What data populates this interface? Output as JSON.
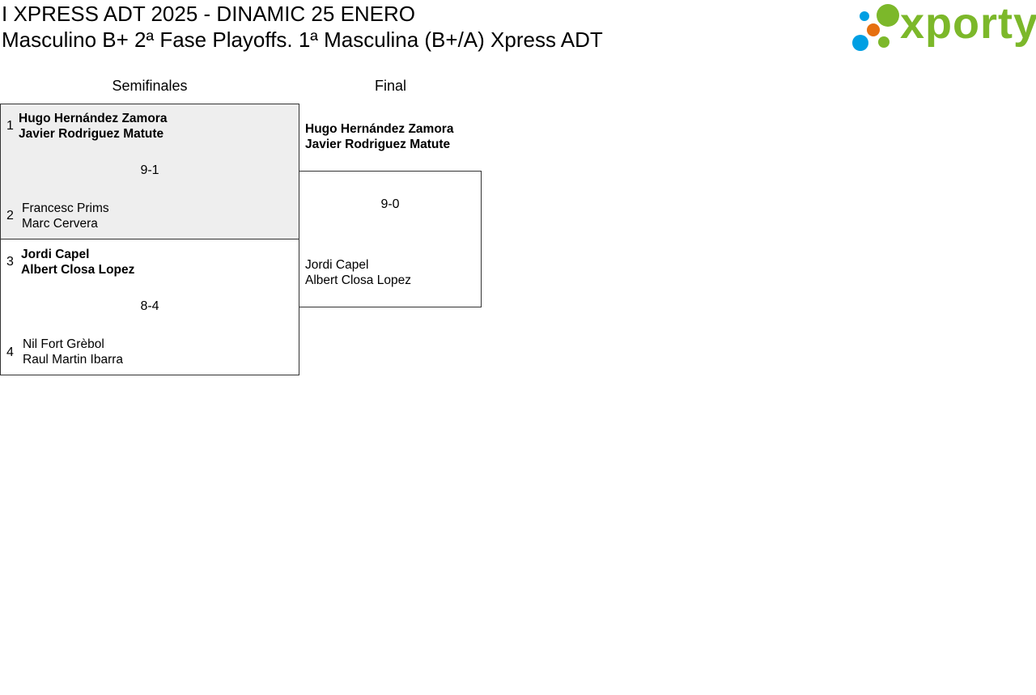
{
  "title_line1": "I XPRESS ADT 2025 - DINAMIC 25 ENERO",
  "title_line2": "Masculino B+ 2ª Fase Playoffs. 1ª Masculina (B+/A) Xpress ADT",
  "logo_text": "xporty",
  "rounds": [
    "Semifinales",
    "Final"
  ],
  "semis": [
    {
      "seed1": "1",
      "p1a": "Hugo Hernández Zamora",
      "p1b": "Javier Rodriguez Matute",
      "score": "9-1",
      "seed2": "2",
      "p2a": "Francesc Prims",
      "p2b": "Marc Cervera"
    },
    {
      "seed1": "3",
      "p1a": "Jordi Capel",
      "p1b": "Albert Closa Lopez",
      "score": "8-4",
      "seed2": "4",
      "p2a": "Nil Fort Grèbol",
      "p2b": "Raul Martin Ibarra"
    }
  ],
  "final": {
    "p1a": "Hugo Hernández Zamora",
    "p1b": "Javier Rodriguez Matute",
    "score": "9-0",
    "p2a": "Jordi Capel",
    "p2b": "Albert Closa Lopez"
  },
  "colors": {
    "green": "#7cb82a",
    "blue": "#009fe3",
    "orange": "#e6700f",
    "highlight": "#eeeeee"
  }
}
